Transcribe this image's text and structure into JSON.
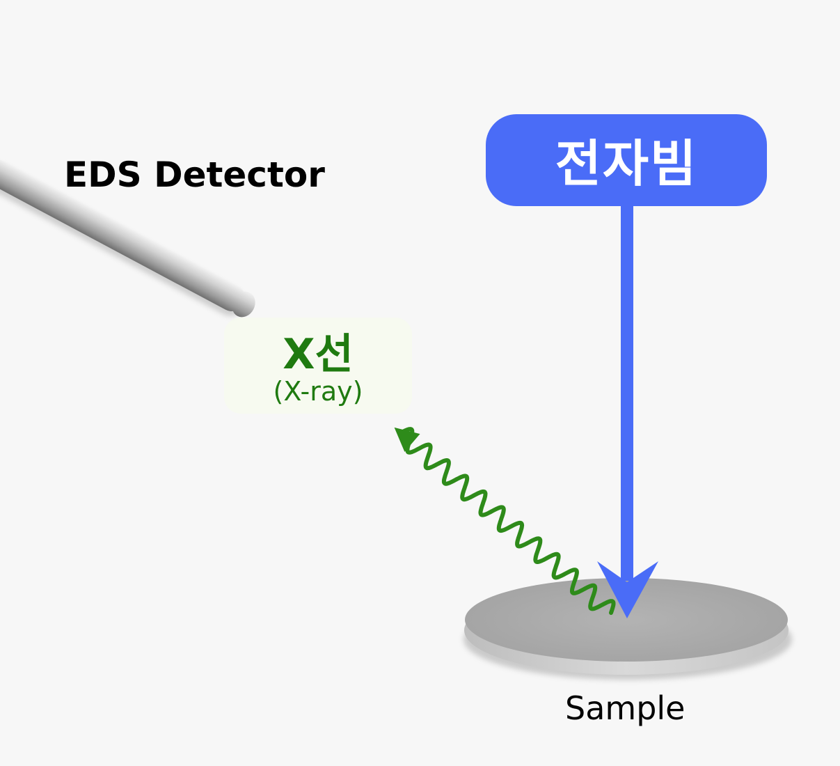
{
  "detector": {
    "label": "EDS Detector"
  },
  "electron_beam": {
    "label": "전자빔",
    "color": "#4a6cf7"
  },
  "xray": {
    "title": "X선",
    "subtitle": "(X-ray)",
    "color": "#2e8b1a"
  },
  "sample": {
    "label": "Sample"
  },
  "icons": [
    "detector-rod-icon",
    "beam-arrow-icon",
    "xray-wave-icon",
    "sample-disc-icon"
  ]
}
